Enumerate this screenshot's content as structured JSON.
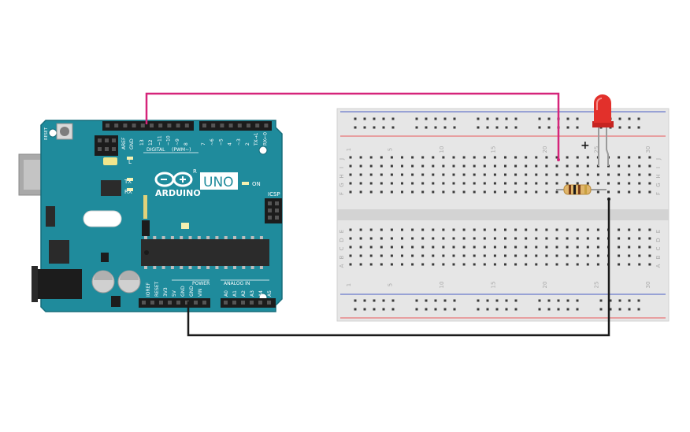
{
  "board": {
    "logo_text": "ARDUINO",
    "model": "UNO",
    "registered_mark": "R",
    "reset_label": "RESET",
    "aref_label": "AREF",
    "gnd_top_label": "GND",
    "digital_label": "DIGITAL",
    "pwm_label": "(PWM~)",
    "digital_pins": [
      "13",
      "12",
      "~11",
      "~10",
      "~9",
      "8",
      "7",
      "~6",
      "~5",
      "4",
      "~3",
      "2",
      "TX→1",
      "RX←0"
    ],
    "led_labels": [
      "L",
      "TX",
      "RX"
    ],
    "on_label": "ON",
    "icsp_label": "ICSP",
    "power_label": "POWER",
    "analog_label": "ANALOG IN",
    "power_pins": [
      "IOREF",
      "RESET",
      "3V3",
      "5V",
      "GND",
      "GND",
      "VIN"
    ],
    "analog_pins": [
      "A0",
      "A1",
      "A2",
      "A3",
      "A4",
      "A5"
    ]
  },
  "breadboard": {
    "column_numbers": [
      "1",
      "5",
      "10",
      "15",
      "20",
      "25",
      "30"
    ],
    "row_letters_top": [
      "J",
      "I",
      "H",
      "G",
      "F"
    ],
    "row_letters_bottom": [
      "E",
      "D",
      "C",
      "B",
      "A"
    ]
  },
  "led": {
    "polarity_mark": "+",
    "color": "#e2302b"
  },
  "wires": {
    "signal_color": "#d6247a",
    "ground_color": "#1a1a1a"
  },
  "colors": {
    "board": "#1f8b9c",
    "board_dark": "#176d7b",
    "breadboard": "#e6e6e6",
    "rail_red": "#e8585a",
    "rail_blue": "#4a5fc4"
  }
}
